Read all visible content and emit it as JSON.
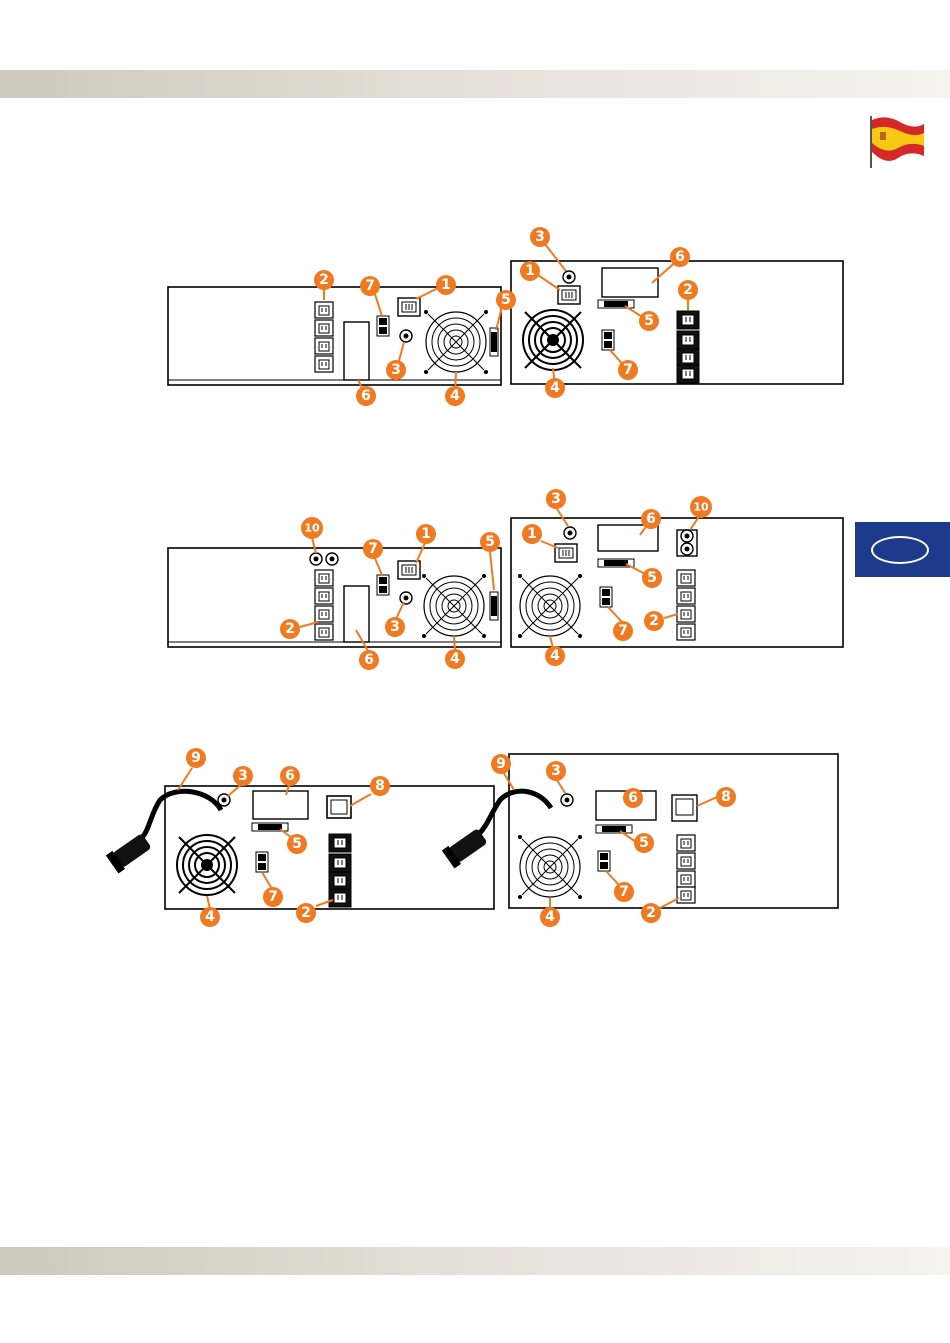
{
  "page": {
    "language_tab": "es",
    "flag_icon": "spain-flag-icon",
    "accent_color": "#f07a22",
    "tab_color": "#1e3a8c"
  },
  "callouts": {
    "c1": "1",
    "c2": "2",
    "c3": "3",
    "c4": "4",
    "c5": "5",
    "c6": "6",
    "c7": "7",
    "c8": "8",
    "c9": "9",
    "c10": "10"
  }
}
